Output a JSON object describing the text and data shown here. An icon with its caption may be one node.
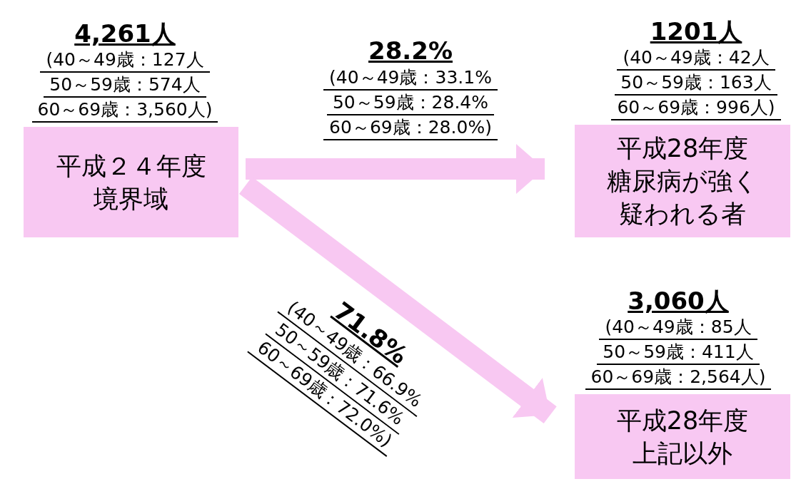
{
  "diagram": {
    "nodes": [
      {
        "text": [
          "平成２４年度境界域"
        ],
        "beside": [
          "4,261人",
          "(40～49歳：127人",
          "50～59歳：574人",
          "60～69歳：3,560人)"
        ]
      },
      {
        "text": [
          "平成28年度糖尿病が強く疑われる者"
        ],
        "beside": [
          "1201人",
          "(40～49歳：42人",
          "50～59歳：163人",
          "60～69歳：996人)"
        ]
      },
      {
        "text": [
          "平成28年度上記以外"
        ],
        "beside": [
          "3,060人",
          "(40～49歳：85人",
          "50～59歳：411人",
          "60～69歳：2,564人)"
        ]
      }
    ],
    "edges": [
      {
        "from": 0,
        "to": 1,
        "arrow": "to",
        "label": "28.2%"
      },
      {
        "from": 0,
        "to": 2,
        "arrow": "to",
        "label": "71.8%"
      }
    ],
    "labels": [
      "(40～49歳：33.1%",
      "50～59歳：28.4%",
      "60～69歳：28.0%)",
      "(40～49歳：66.9%",
      "50～59歳：71.6%",
      "60～69歳：72.0%)"
    ]
  }
}
